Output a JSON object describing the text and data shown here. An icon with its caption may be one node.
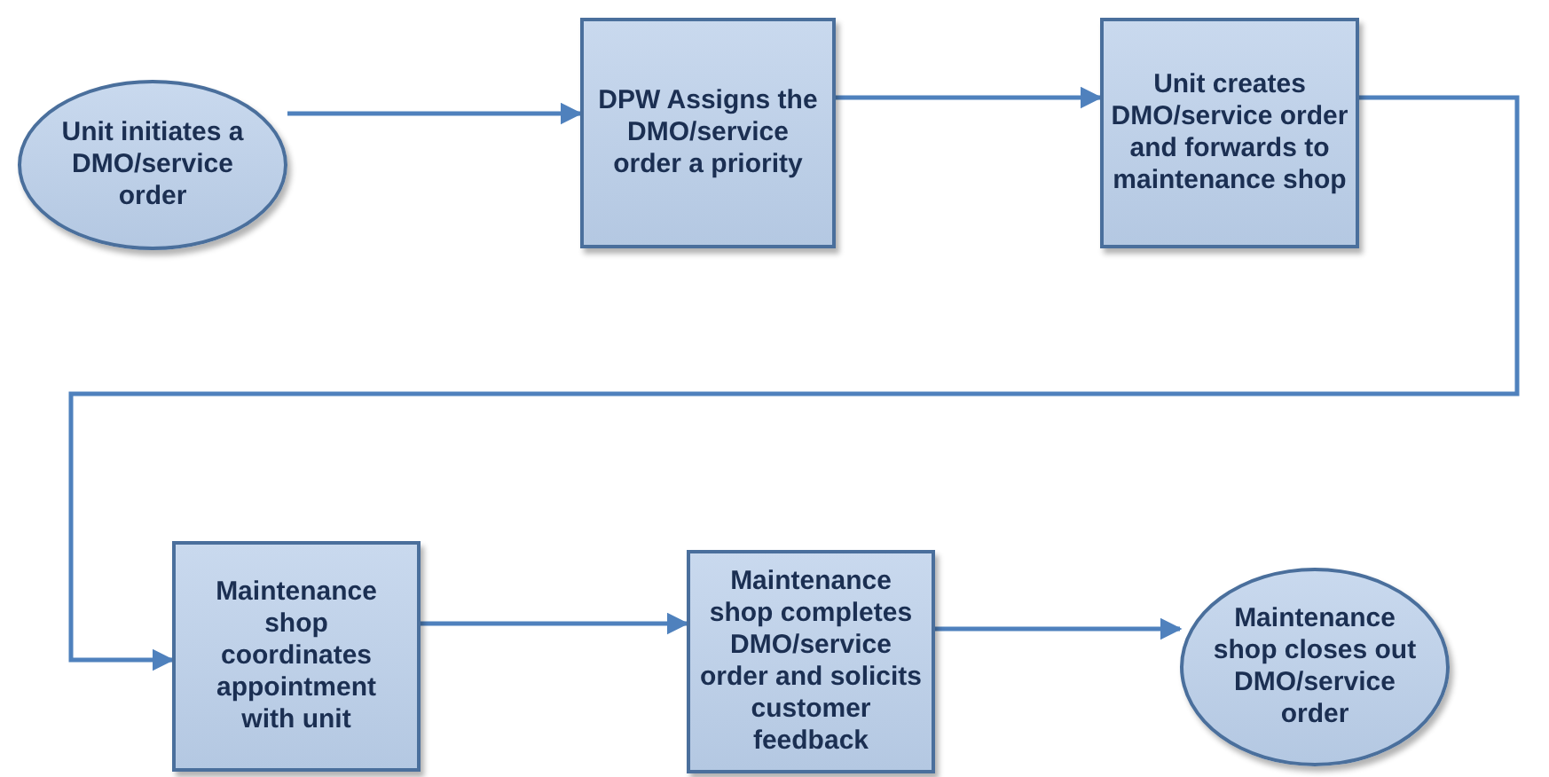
{
  "diagram": {
    "nodes": [
      {
        "text": [
          "Unit initiates a DMO/service order"
        ]
      },
      {
        "text": [
          "DPW Assigns the DMO/service order a priority"
        ]
      },
      {
        "text": [
          "Unit creates DMO/service order and forwards to maintenance shop"
        ]
      },
      {
        "text": [
          "Maintenance shop coordinates appointment with unit"
        ]
      },
      {
        "text": [
          "Maintenance  shop completes DMO/service order and solicits customer feedback"
        ]
      },
      {
        "text": [
          "Maintenance shop closes out DMO/service order"
        ]
      }
    ],
    "edges": [
      {
        "from": 0,
        "to": 1,
        "arrow": "to"
      },
      {
        "from": 1,
        "to": 2,
        "arrow": "to"
      },
      {
        "from": 2,
        "to": 3,
        "arrow": "to"
      },
      {
        "from": 3,
        "to": 4,
        "arrow": "to"
      },
      {
        "from": 4,
        "to": 5,
        "arrow": "to"
      }
    ]
  }
}
